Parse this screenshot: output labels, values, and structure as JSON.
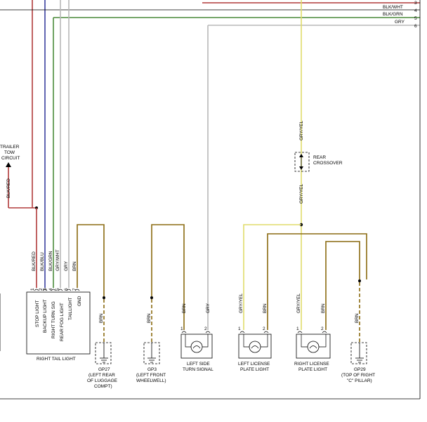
{
  "colors": {
    "red": "#b03a3a",
    "blue": "#3a3f9e",
    "green": "#4a8a3a",
    "gray": "#b8b8b8",
    "yellow": "#e0dc6a",
    "brown": "#8a6a10",
    "black": "#000000"
  },
  "bus": [
    {
      "label": "BLK/WHT",
      "num": "4"
    },
    {
      "label": "BLK/GRN",
      "num": "5"
    },
    {
      "label": "GRY",
      "num": "6"
    }
  ],
  "bus_top_num": "3",
  "trailer": {
    "line1": "TRAILER",
    "line2": "TOW",
    "line3": "CIRCUIT",
    "wire": "BLK/RED"
  },
  "crossover": {
    "line1": "REAR",
    "line2": "CROSSOVER",
    "wire_top": "GRY/YEL",
    "wire_bottom": "GRY/YEL"
  },
  "tail_light": {
    "title": "RIGHT TAIL LIGHT",
    "wires": [
      "BLK/RED",
      "BLK/BLU",
      "BLK/GRN",
      "GRY/WHT",
      "GRY",
      "BRN"
    ],
    "pins": [
      "1",
      "2",
      "3",
      "4",
      "5",
      "6",
      "7"
    ],
    "functions": [
      "STOP LIGHT",
      "BACKUP LIGHT",
      "RIGHT TURN SIG",
      "REAR FOG LIGHT",
      "TAILLIGHT",
      "GND"
    ]
  },
  "grounds": {
    "gp27": {
      "name": "GP27",
      "l1": "(LEFT REAR",
      "l2": "OF LUGGAGE",
      "l3": "COMPT)",
      "wire": "BRN"
    },
    "gp3": {
      "name": "GP3",
      "l1": "(LEFT FRONT",
      "l2": "WHEELWELL)",
      "wire": "BRN"
    },
    "gp29": {
      "name": "GP29",
      "l1": "(TOP OF RIGHT",
      "l2": "\"C\" PILLAR)",
      "wire": "BRN"
    }
  },
  "lamps": {
    "left_turn": {
      "l1": "LEFT SIDE",
      "l2": "TURN SIGNAL",
      "wire1": "BRN",
      "wire2": "GRY",
      "pin1": "1",
      "pin2": "2"
    },
    "left_license": {
      "l1": "LEFT LICENSE",
      "l2": "PLATE LIGHT",
      "wire1": "GRY/YEL",
      "wire2": "BRN",
      "pin1": "1",
      "pin2": "2"
    },
    "right_license": {
      "l1": "RIGHT LICENSE",
      "l2": "PLATE LIGHT",
      "wire1": "GRY/YEL",
      "wire2": "BRN",
      "pin1": "1",
      "pin2": "2"
    }
  }
}
